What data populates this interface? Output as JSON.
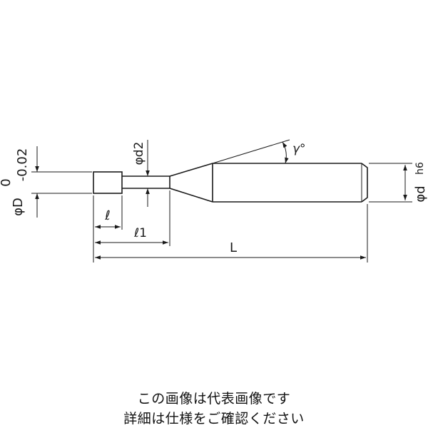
{
  "dimension_labels": {
    "phi_D": "φD",
    "tol_upper": "0",
    "tol_lower": "-0.02",
    "phi_d2": "φd2",
    "gamma": "γ°",
    "phi_d": "φd",
    "h6": "h6",
    "l": "ℓ",
    "l1": "ℓ1",
    "L": "L"
  },
  "caption": {
    "line1": "この画像は代表画像です",
    "line2": "詳細は仕様をご確認ください"
  }
}
